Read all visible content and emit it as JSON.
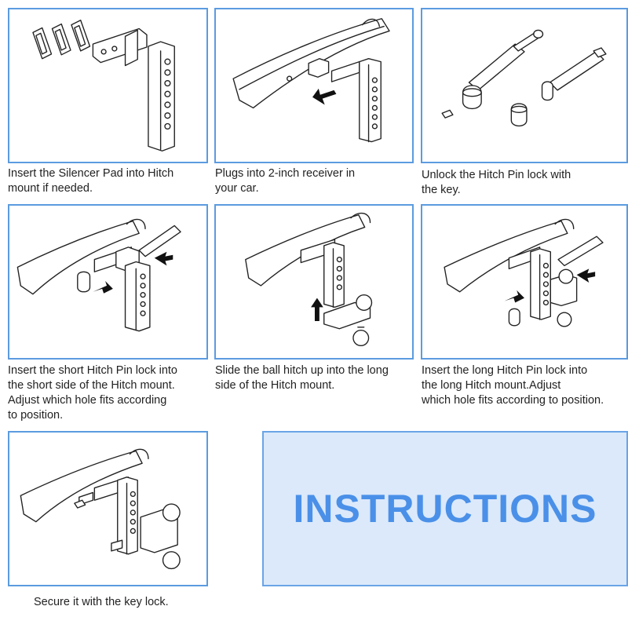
{
  "steps": [
    {
      "caption": "Insert the Silencer Pad into Hitch\nmount if needed."
    },
    {
      "caption": "Plugs into 2-inch receiver in\nyour car."
    },
    {
      "caption": "Unlock the Hitch Pin lock with\nthe key."
    },
    {
      "caption": "Insert the short Hitch Pin lock into\nthe short side of the Hitch mount.\nAdjust which hole fits according\nto position."
    },
    {
      "caption": "Slide the ball hitch up into the long\nside of the Hitch mount."
    },
    {
      "caption": "Insert the long Hitch Pin lock into\nthe long Hitch mount.Adjust\nwhich hole fits according to position."
    },
    {
      "caption": "Secure it with the key lock."
    }
  ],
  "banner": {
    "title": "INSTRUCTIONS"
  },
  "colors": {
    "panel_border": "#5b9be0",
    "banner_bg": "#dbe9fb",
    "banner_text": "#4a90e8"
  }
}
